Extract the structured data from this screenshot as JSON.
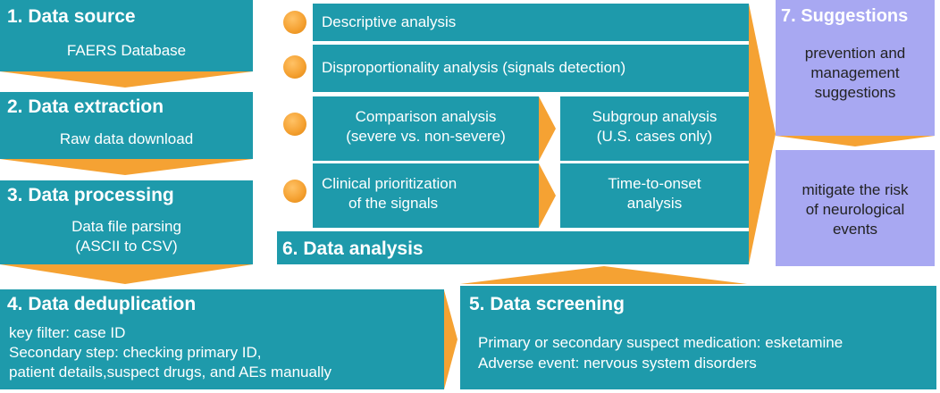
{
  "colors": {
    "teal": "#1E9AAB",
    "lavender": "#A8A8F2",
    "orange": "#F5A233",
    "lavender_text": "#222222"
  },
  "steps": {
    "data_source": {
      "title": "1. Data source",
      "text": "FAERS Database"
    },
    "data_extraction": {
      "title": "2. Data extraction",
      "text": "Raw data download"
    },
    "data_processing": {
      "title": "3. Data processing",
      "line1": "Data file parsing",
      "line2": "(ASCII to CSV)"
    },
    "data_deduplication": {
      "title": "4. Data deduplication",
      "line1": "key filter: case ID",
      "line2": "Secondary step: checking primary ID,",
      "line3": "patient details,suspect drugs, and AEs manually"
    },
    "data_screening": {
      "title": "5. Data screening",
      "line1": "Primary or secondary suspect medication: esketamine",
      "line2": "Adverse event: nervous system disorders"
    },
    "data_analysis": {
      "title": "6. Data analysis",
      "descriptive": "Descriptive analysis",
      "disproportionality": "Disproportionality analysis (signals detection)",
      "comparison_line1": "Comparison analysis",
      "comparison_line2": "(severe vs. non-severe)",
      "subgroup_line1": "Subgroup analysis",
      "subgroup_line2": "(U.S. cases only)",
      "clinical_line1": "Clinical prioritization",
      "clinical_line2": "of the signals",
      "onset_line1": "Time-to-onset",
      "onset_line2": "analysis"
    },
    "suggestions": {
      "title": "7. Suggestions",
      "box1_line1": "prevention and",
      "box1_line2": "management",
      "box1_line3": "suggestions",
      "box2_line1": "mitigate the risk",
      "box2_line2": "of neurological",
      "box2_line3": "events"
    }
  }
}
